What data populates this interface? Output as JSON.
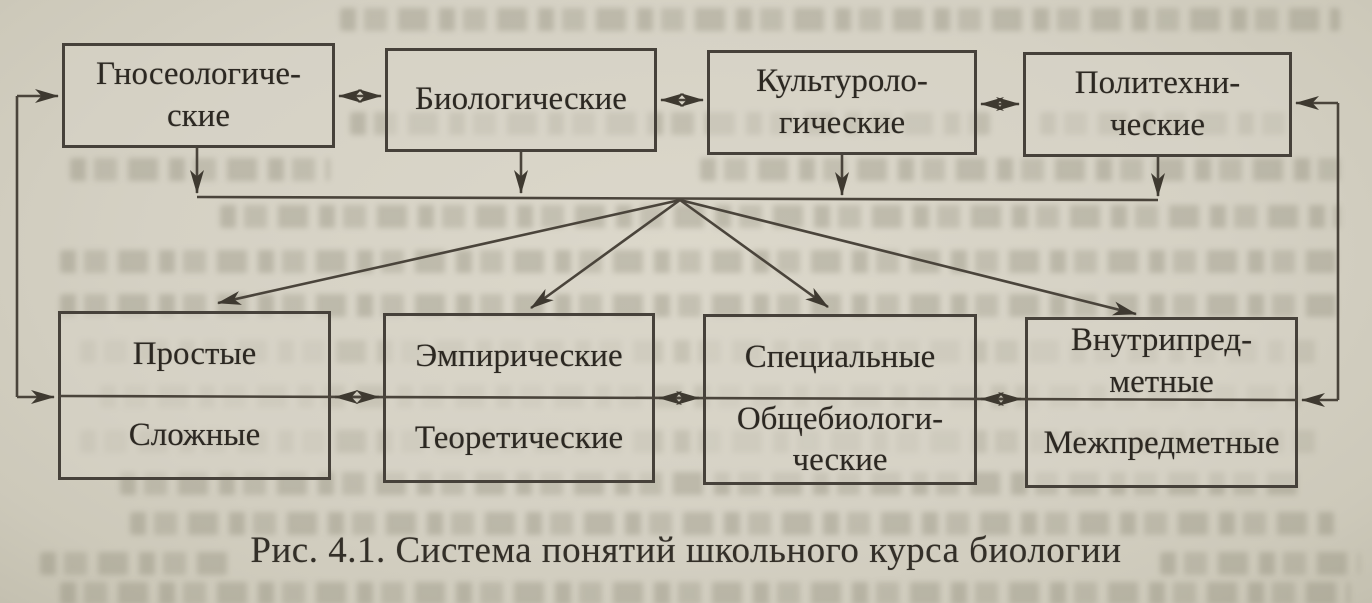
{
  "caption": "Рис. 4.1. Система понятий школьного курса биологии",
  "colors": {
    "paper": "#d5d1c4",
    "ink_lines": "#4a443b",
    "arrowheads": "#3e3930",
    "text": "#2c2822"
  },
  "diagram": {
    "top_row": [
      {
        "name": "gnoseological",
        "lines": [
          "Гносеологиче-",
          "ские"
        ]
      },
      {
        "name": "biological",
        "lines": [
          "Биологические"
        ]
      },
      {
        "name": "culturological",
        "lines": [
          "Культуроло-",
          "гические"
        ]
      },
      {
        "name": "polytechnical",
        "lines": [
          "Политехни-",
          "ческие"
        ]
      }
    ],
    "bottom_row": [
      {
        "name": "simple-complex",
        "top_lines": [
          "Простые"
        ],
        "bottom_lines": [
          "Сложные"
        ]
      },
      {
        "name": "empirical-theoretical",
        "top_lines": [
          "Эмпирические"
        ],
        "bottom_lines": [
          "Теоретические"
        ]
      },
      {
        "name": "special-generalbiological",
        "top_lines": [
          "Специальные"
        ],
        "bottom_lines": [
          "Общебиологи-",
          "ческие"
        ]
      },
      {
        "name": "intra-inter-subject",
        "top_lines": [
          "Внутрипред-",
          "метные"
        ],
        "bottom_lines": [
          "Межпредметные"
        ]
      }
    ],
    "edges": [
      {
        "from": "gnoseological",
        "to": "biological",
        "type": "bidirectional"
      },
      {
        "from": "biological",
        "to": "culturological",
        "type": "bidirectional"
      },
      {
        "from": "culturological",
        "to": "polytechnical",
        "type": "bidirectional"
      },
      {
        "from": "gnoseological",
        "to": "hub",
        "type": "down-arrow"
      },
      {
        "from": "biological",
        "to": "hub",
        "type": "down-arrow"
      },
      {
        "from": "culturological",
        "to": "hub",
        "type": "down-arrow"
      },
      {
        "from": "polytechnical",
        "to": "hub",
        "type": "down-arrow"
      },
      {
        "from": "hub",
        "to": "simple-complex",
        "type": "arrow"
      },
      {
        "from": "hub",
        "to": "empirical-theoretical",
        "type": "arrow"
      },
      {
        "from": "hub",
        "to": "special-generalbiological",
        "type": "arrow"
      },
      {
        "from": "hub",
        "to": "intra-inter-subject",
        "type": "arrow"
      },
      {
        "from": "simple-complex",
        "to": "empirical-theoretical",
        "type": "bidirectional"
      },
      {
        "from": "empirical-theoretical",
        "to": "special-generalbiological",
        "type": "bidirectional"
      },
      {
        "from": "special-generalbiological",
        "to": "intra-inter-subject",
        "type": "bidirectional"
      },
      {
        "from": "simple-complex",
        "to": "gnoseological",
        "type": "left-loop-arrows"
      },
      {
        "from": "intra-inter-subject",
        "to": "polytechnical",
        "type": "right-loop-arrows"
      }
    ]
  }
}
